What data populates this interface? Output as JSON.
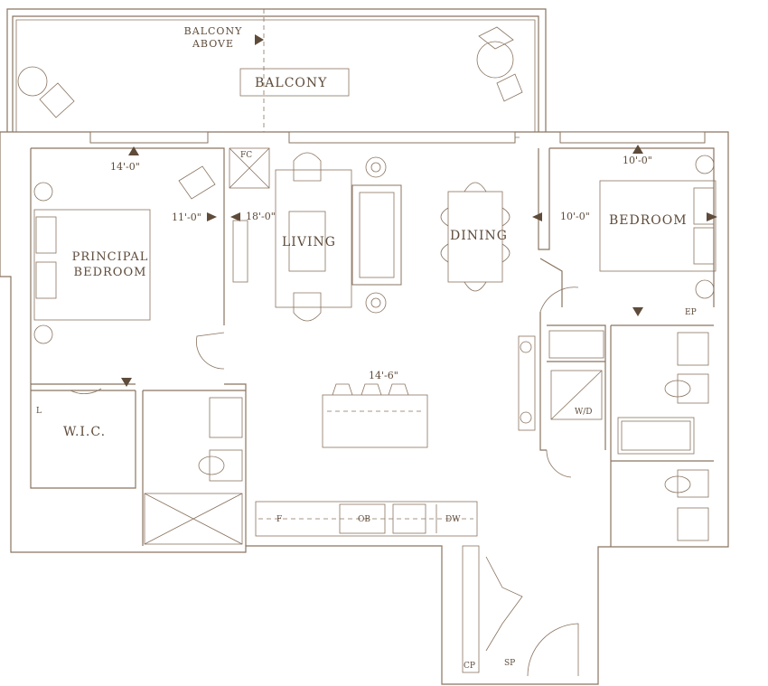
{
  "rooms": {
    "balcony": "BALCONY",
    "balcony_above": "BALCONY\nABOVE",
    "principal_bedroom": "PRINCIPAL\nBEDROOM",
    "living": "LIVING",
    "dining": "DINING",
    "bedroom": "BEDROOM",
    "wic": "W.I.C."
  },
  "dimensions": {
    "principal_width": "14'-0\"",
    "principal_depth": "11'-0\"",
    "living_depth": "18'-0\"",
    "kitchen_width": "14'-6\"",
    "bedroom_width": "10'-0\"",
    "bedroom_depth": "10'-0\""
  },
  "fixtures": {
    "fc": "FC",
    "ep": "EP",
    "wd": "W/D",
    "linen": "L",
    "fridge": "F",
    "oven": "OB",
    "dishwasher": "DW",
    "cp": "CP",
    "sp": "SP"
  },
  "colors": {
    "line": "#8a7460",
    "text": "#5e4b3a"
  }
}
